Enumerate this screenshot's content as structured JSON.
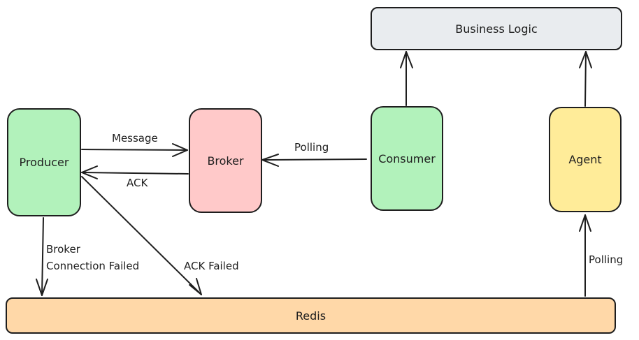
{
  "nodes": {
    "producer": {
      "label": "Producer",
      "color": "#b2f2bb"
    },
    "broker": {
      "label": "Broker",
      "color": "#ffc9c9"
    },
    "consumer": {
      "label": "Consumer",
      "color": "#b2f2bb"
    },
    "agent": {
      "label": "Agent",
      "color": "#ffec99"
    },
    "business_logic": {
      "label": "Business Logic",
      "color": "#e9ecef"
    },
    "redis": {
      "label": "Redis",
      "color": "#ffd8a8"
    }
  },
  "edges": {
    "message": {
      "label": "Message",
      "from": "Producer",
      "to": "Broker"
    },
    "ack": {
      "label": "ACK",
      "from": "Broker",
      "to": "Producer"
    },
    "consumer_polling": {
      "label": "Polling",
      "from": "Consumer",
      "to": "Broker"
    },
    "consumer_to_logic": {
      "label": "",
      "from": "Consumer",
      "to": "Business Logic"
    },
    "agent_to_logic": {
      "label": "",
      "from": "Agent",
      "to": "Business Logic"
    },
    "broker_conn_failed": {
      "label_line1": "Broker",
      "label_line2": "Connection Failed",
      "from": "Producer",
      "to": "Redis"
    },
    "ack_failed": {
      "label": "ACK Failed",
      "from": "Producer",
      "to": "Redis"
    },
    "agent_polling": {
      "label": "Polling",
      "from": "Redis",
      "to": "Agent"
    }
  }
}
